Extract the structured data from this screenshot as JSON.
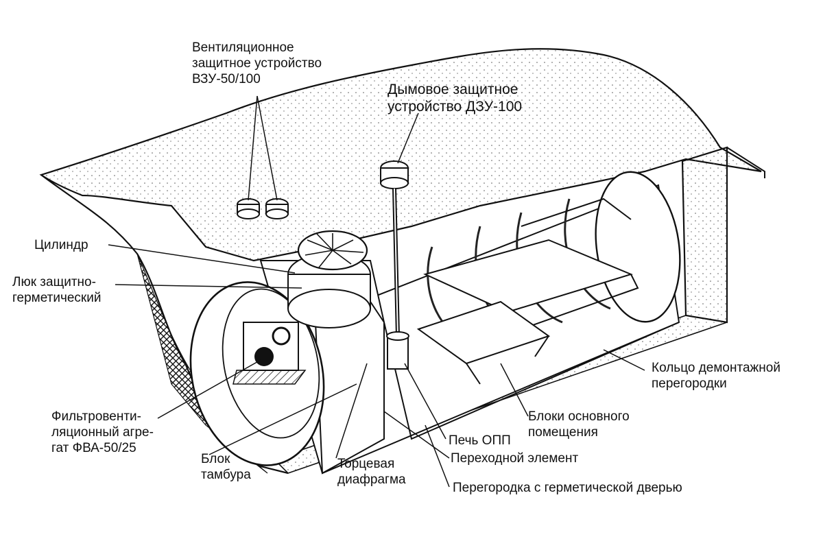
{
  "labels": {
    "vzu": [
      "Вентиляционное",
      "защитное устройство",
      "ВЗУ-50/100"
    ],
    "dzu": [
      "Дымовое защитное",
      "устройство ДЗУ-100"
    ],
    "cylinder": [
      "Цилиндр"
    ],
    "hatch": [
      "Люк защитно-",
      "герметический"
    ],
    "fva": [
      "Фильтровенти-",
      "ляционный агре-",
      "гат ФВА-50/25"
    ],
    "vestibule_block": [
      "Блок",
      "тамбура"
    ],
    "end_diaphragm": [
      "Торцевая",
      "диафрагма"
    ],
    "stove": [
      "Печь ОПП"
    ],
    "transition": [
      "Переходной элемент"
    ],
    "partition_door": [
      "Перегородка с герметической дверью"
    ],
    "main_blocks": [
      "Блоки основного",
      "помещения"
    ],
    "ring": [
      "Кольцо демонтажной",
      "перегородки"
    ]
  }
}
